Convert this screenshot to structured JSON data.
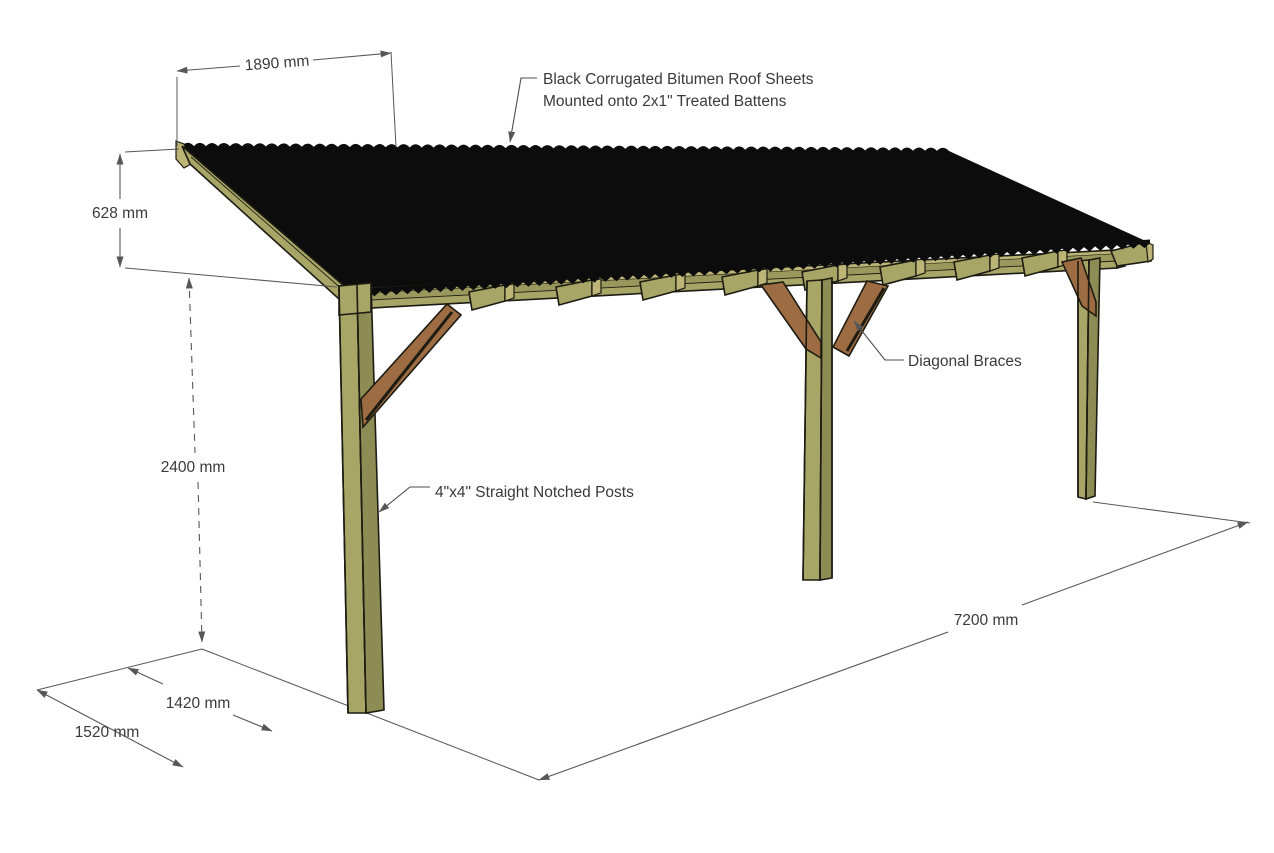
{
  "annotations": {
    "roof": {
      "line1": "Black Corrugated Bitumen Roof Sheets",
      "line2": "Mounted onto 2x1\" Treated Battens"
    },
    "braces": {
      "label": "Diagonal Braces"
    },
    "posts": {
      "label": "4\"x4\" Straight Notched Posts"
    }
  },
  "dimensions": {
    "roof_depth_top": {
      "label": "1890 mm"
    },
    "roof_rise": {
      "label": "628 mm"
    },
    "post_height": {
      "label": "2400 mm"
    },
    "base_depth_inner": {
      "label": "1420 mm"
    },
    "base_depth_outer": {
      "label": "1520 mm"
    },
    "length": {
      "label": "7200 mm"
    }
  },
  "colors": {
    "bg": "#ffffff",
    "roof": "#0c0c0c",
    "wood_main": "#a8a667",
    "wood_light": "#bdb577",
    "wood_shade": "#9a985c",
    "wood_dark": "#8d8c54",
    "brace_main": "#9e6c42",
    "brace_dark": "#7c5432",
    "outline": "#1d1c12",
    "line": "#575757",
    "text": "#3a3a3a"
  }
}
